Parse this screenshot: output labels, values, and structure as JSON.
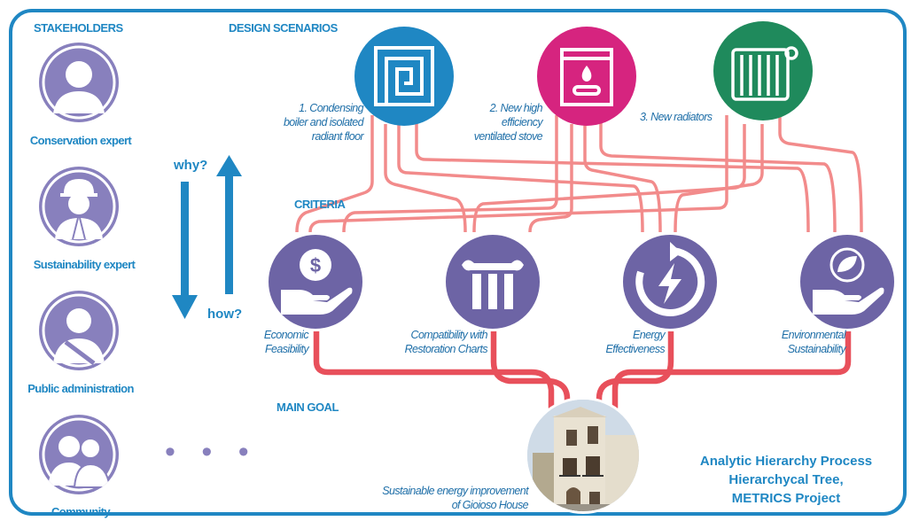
{
  "headers": {
    "stakeholders": "STAKEHOLDERS",
    "design_scenarios": "DESIGN SCENARIOS",
    "criteria": "CRITERIA",
    "main_goal": "MAIN GOAL"
  },
  "stakeholders": [
    {
      "label": "Conservation expert",
      "icon": "person-icon"
    },
    {
      "label": "Sustainability expert",
      "icon": "hardhat-worker-icon"
    },
    {
      "label": "Public administration",
      "icon": "official-sash-icon"
    },
    {
      "label": "Community",
      "icon": "group-people-icon"
    }
  ],
  "more_indicator": "• • •",
  "arrows": {
    "why": "why?",
    "how": "how?"
  },
  "scenarios": [
    {
      "line1": "1. Condensing",
      "line2": "boiler and isolated",
      "line3": "radiant floor",
      "icon": "radiant-floor-coil-icon",
      "color": "#1f87c3"
    },
    {
      "line1": "2. New high",
      "line2": "efficiency",
      "line3": "ventilated stove",
      "icon": "stove-flame-icon",
      "color": "#d6247f"
    },
    {
      "line1": "3. New radiators",
      "line2": "",
      "line3": "",
      "icon": "radiator-icon",
      "color": "#1f8a5c"
    }
  ],
  "criteria": [
    {
      "line1": "Economic",
      "line2": "Feasibility",
      "icon": "money-hand-icon"
    },
    {
      "line1": "Compatibility with",
      "line2": "Restoration Charts",
      "icon": "column-icon"
    },
    {
      "line1": "Energy",
      "line2": "Effectiveness",
      "icon": "lightning-cycle-icon"
    },
    {
      "line1": "Environmental",
      "line2": "Sustainability",
      "icon": "leaf-hand-icon"
    }
  ],
  "goal": {
    "line1": "Sustainable energy improvement",
    "line2": "of Gioioso House",
    "icon": "house-photo"
  },
  "title": {
    "line1": "Analytic Hierarchy Process",
    "line2": "Hierarchycal Tree,",
    "line3": "METRICS Project"
  },
  "colors": {
    "frame": "#1f87c3",
    "links": "#f28b8b",
    "goal_links": "#e8505b",
    "criteria": "#6d64a5",
    "stakeholder": "#8880bd"
  }
}
